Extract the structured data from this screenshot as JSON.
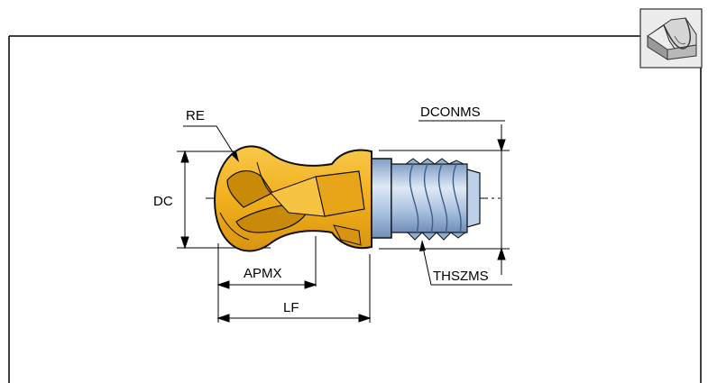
{
  "drawing": {
    "labels": {
      "re": "RE",
      "dc": "DC",
      "apmx": "APMX",
      "lf": "LF",
      "dconms": "DCONMS",
      "thszms": "THSZMS"
    },
    "icon": "groove-milling-icon",
    "colors": {
      "insert": "#f2b21c",
      "insert_shade": "#c98a0a",
      "shank": "#aec7e4",
      "shank_shade": "#6f8fb6",
      "line": "#000000"
    }
  }
}
